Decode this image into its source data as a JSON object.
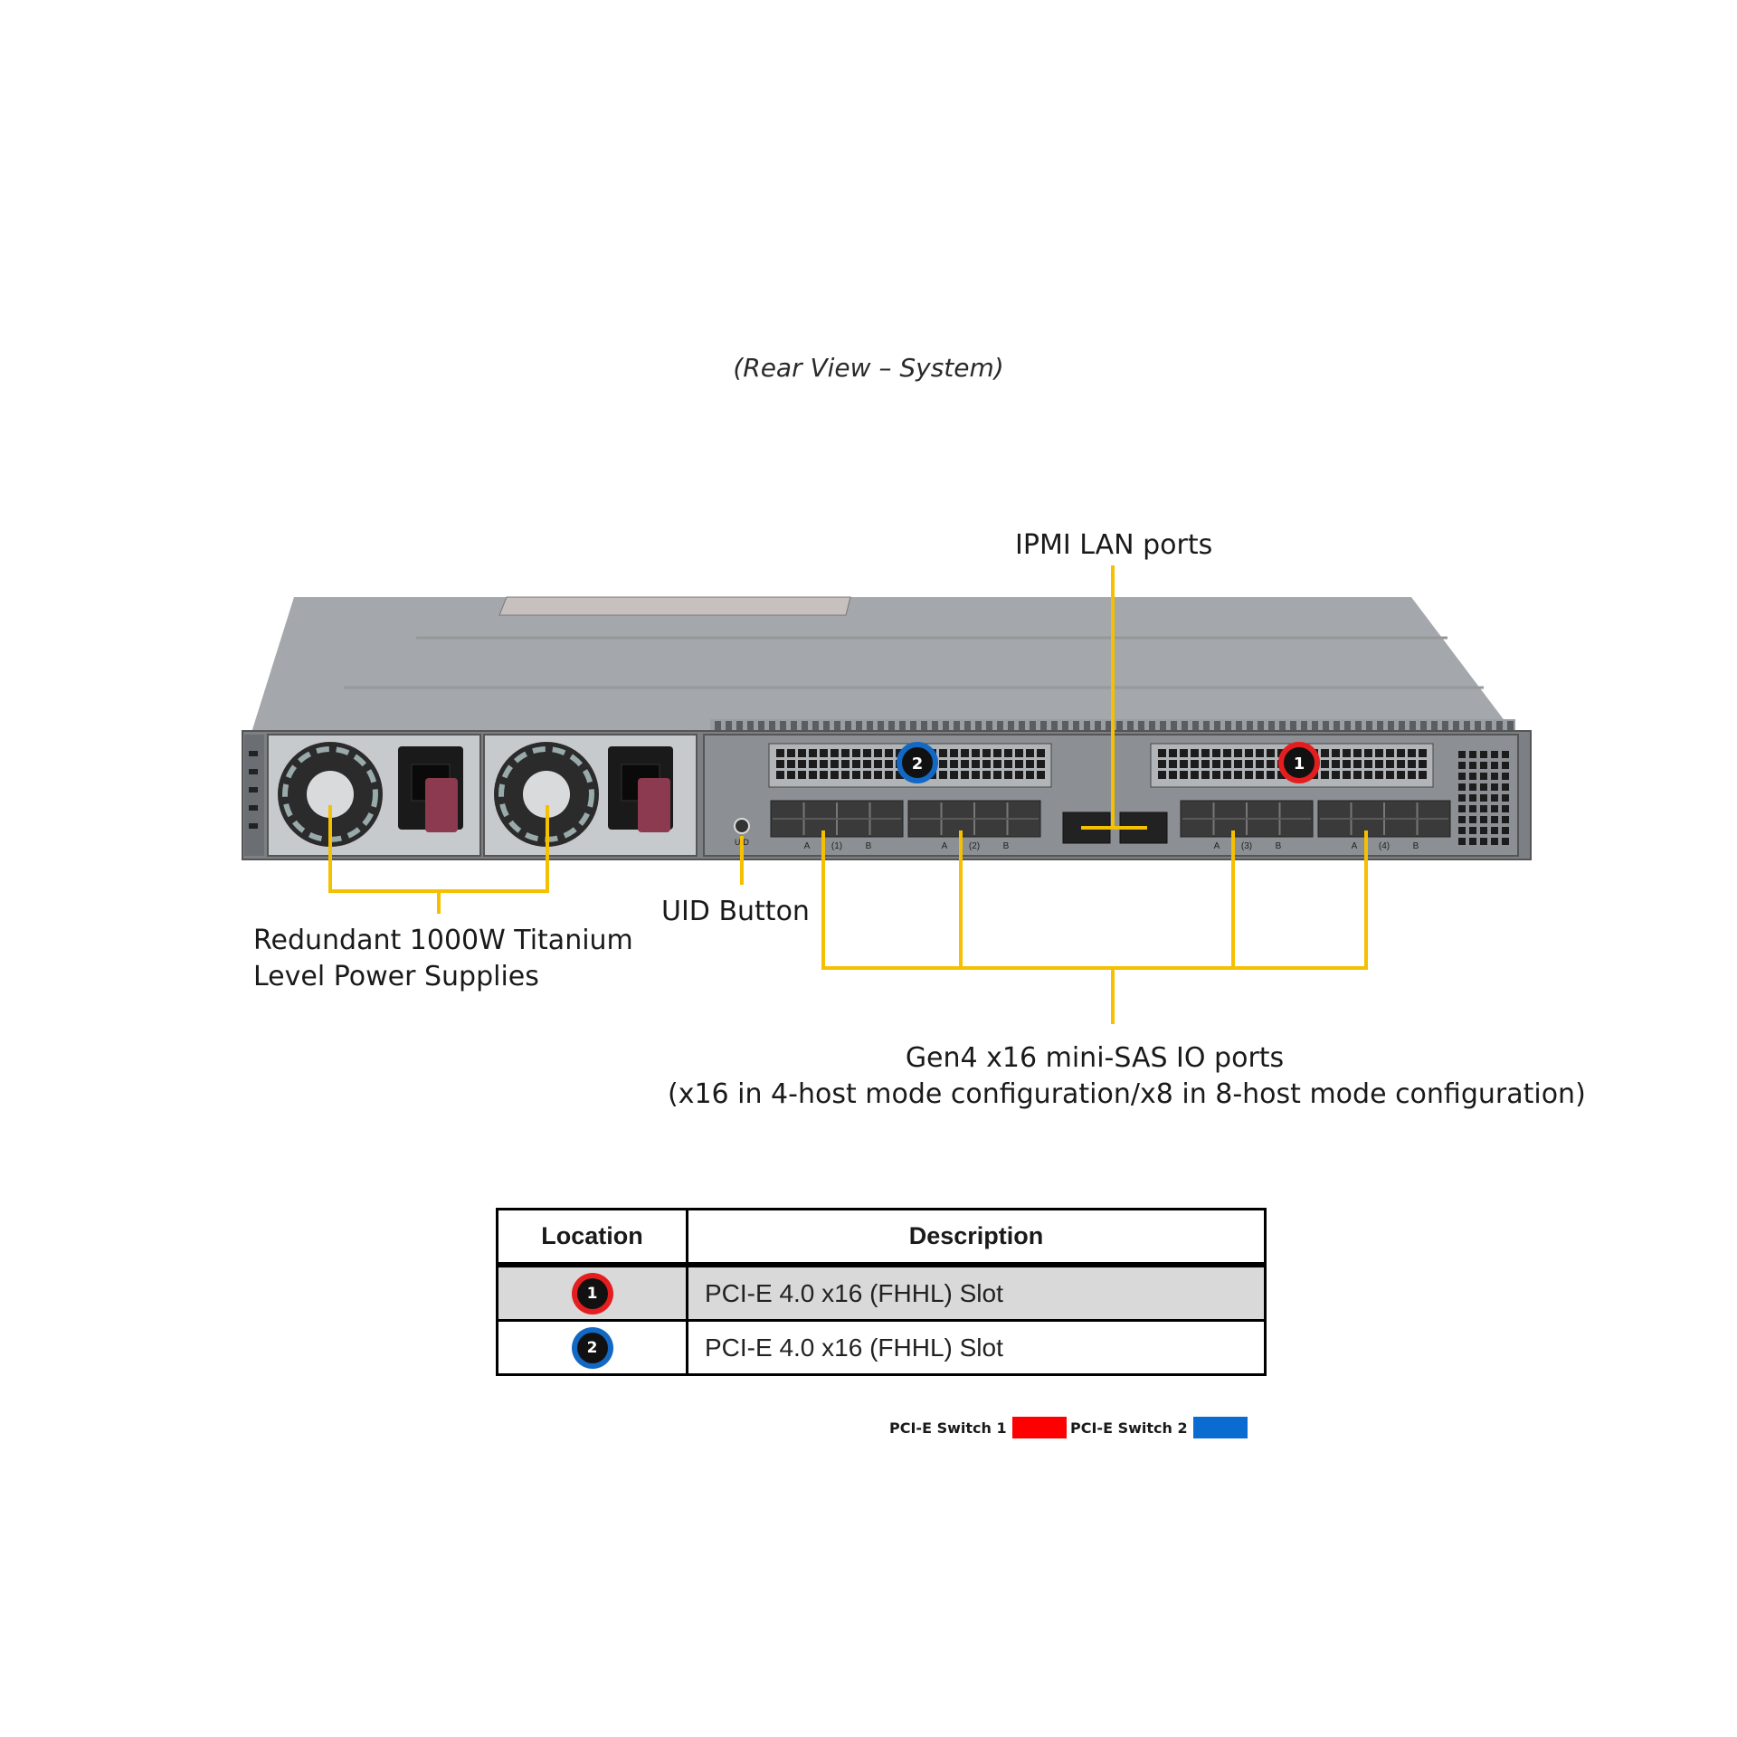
{
  "caption": "(Rear View – System)",
  "callouts": {
    "ipmi": "IPMI LAN ports",
    "uid": "UID Button",
    "psu_line1": "Redundant 1000W Titanium",
    "psu_line2": "Level Power Supplies",
    "sas_line1": "Gen4 x16 mini-SAS IO ports",
    "sas_line2": "(x16 in 4-host mode configuration/x8 in 8-host mode configuration)"
  },
  "slot_markers": [
    {
      "number": "1",
      "color": "#e41e1e"
    },
    {
      "number": "2",
      "color": "#1368c4"
    }
  ],
  "port_group_labels": [
    "(1)",
    "(2)",
    "(3)",
    "(4)"
  ],
  "port_side_labels": [
    "A",
    "B"
  ],
  "uid_tag": "UID",
  "table": {
    "headers": [
      "Location",
      "Description"
    ],
    "rows": [
      {
        "location": "1",
        "marker_color": "#e41e1e",
        "description": "PCI-E 4.0 x16 (FHHL) Slot"
      },
      {
        "location": "2",
        "marker_color": "#1368c4",
        "description": "PCI-E 4.0 x16 (FHHL) Slot"
      }
    ]
  },
  "legend": [
    {
      "label": "PCI-E Switch 1",
      "color": "#ff0000"
    },
    {
      "label": "PCI-E Switch 2",
      "color": "#0a6cd0"
    }
  ],
  "colors": {
    "leader_line": "#f5c000",
    "chassis": "#8a8d91"
  }
}
